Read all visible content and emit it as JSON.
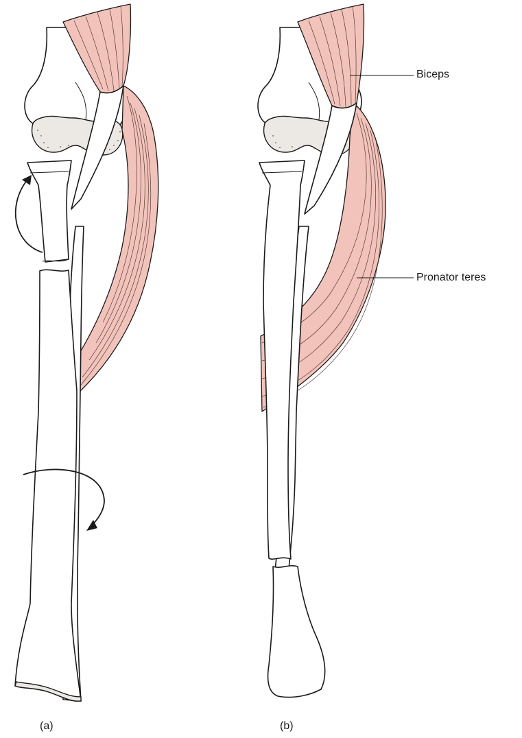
{
  "labels": {
    "biceps": "Biceps",
    "pronator_teres": "Pronator teres",
    "panel_a": "(a)",
    "panel_b": "(b)"
  },
  "colors": {
    "muscle": "#f1c3bb",
    "outline": "#1a1a1a",
    "background": "#ffffff"
  }
}
